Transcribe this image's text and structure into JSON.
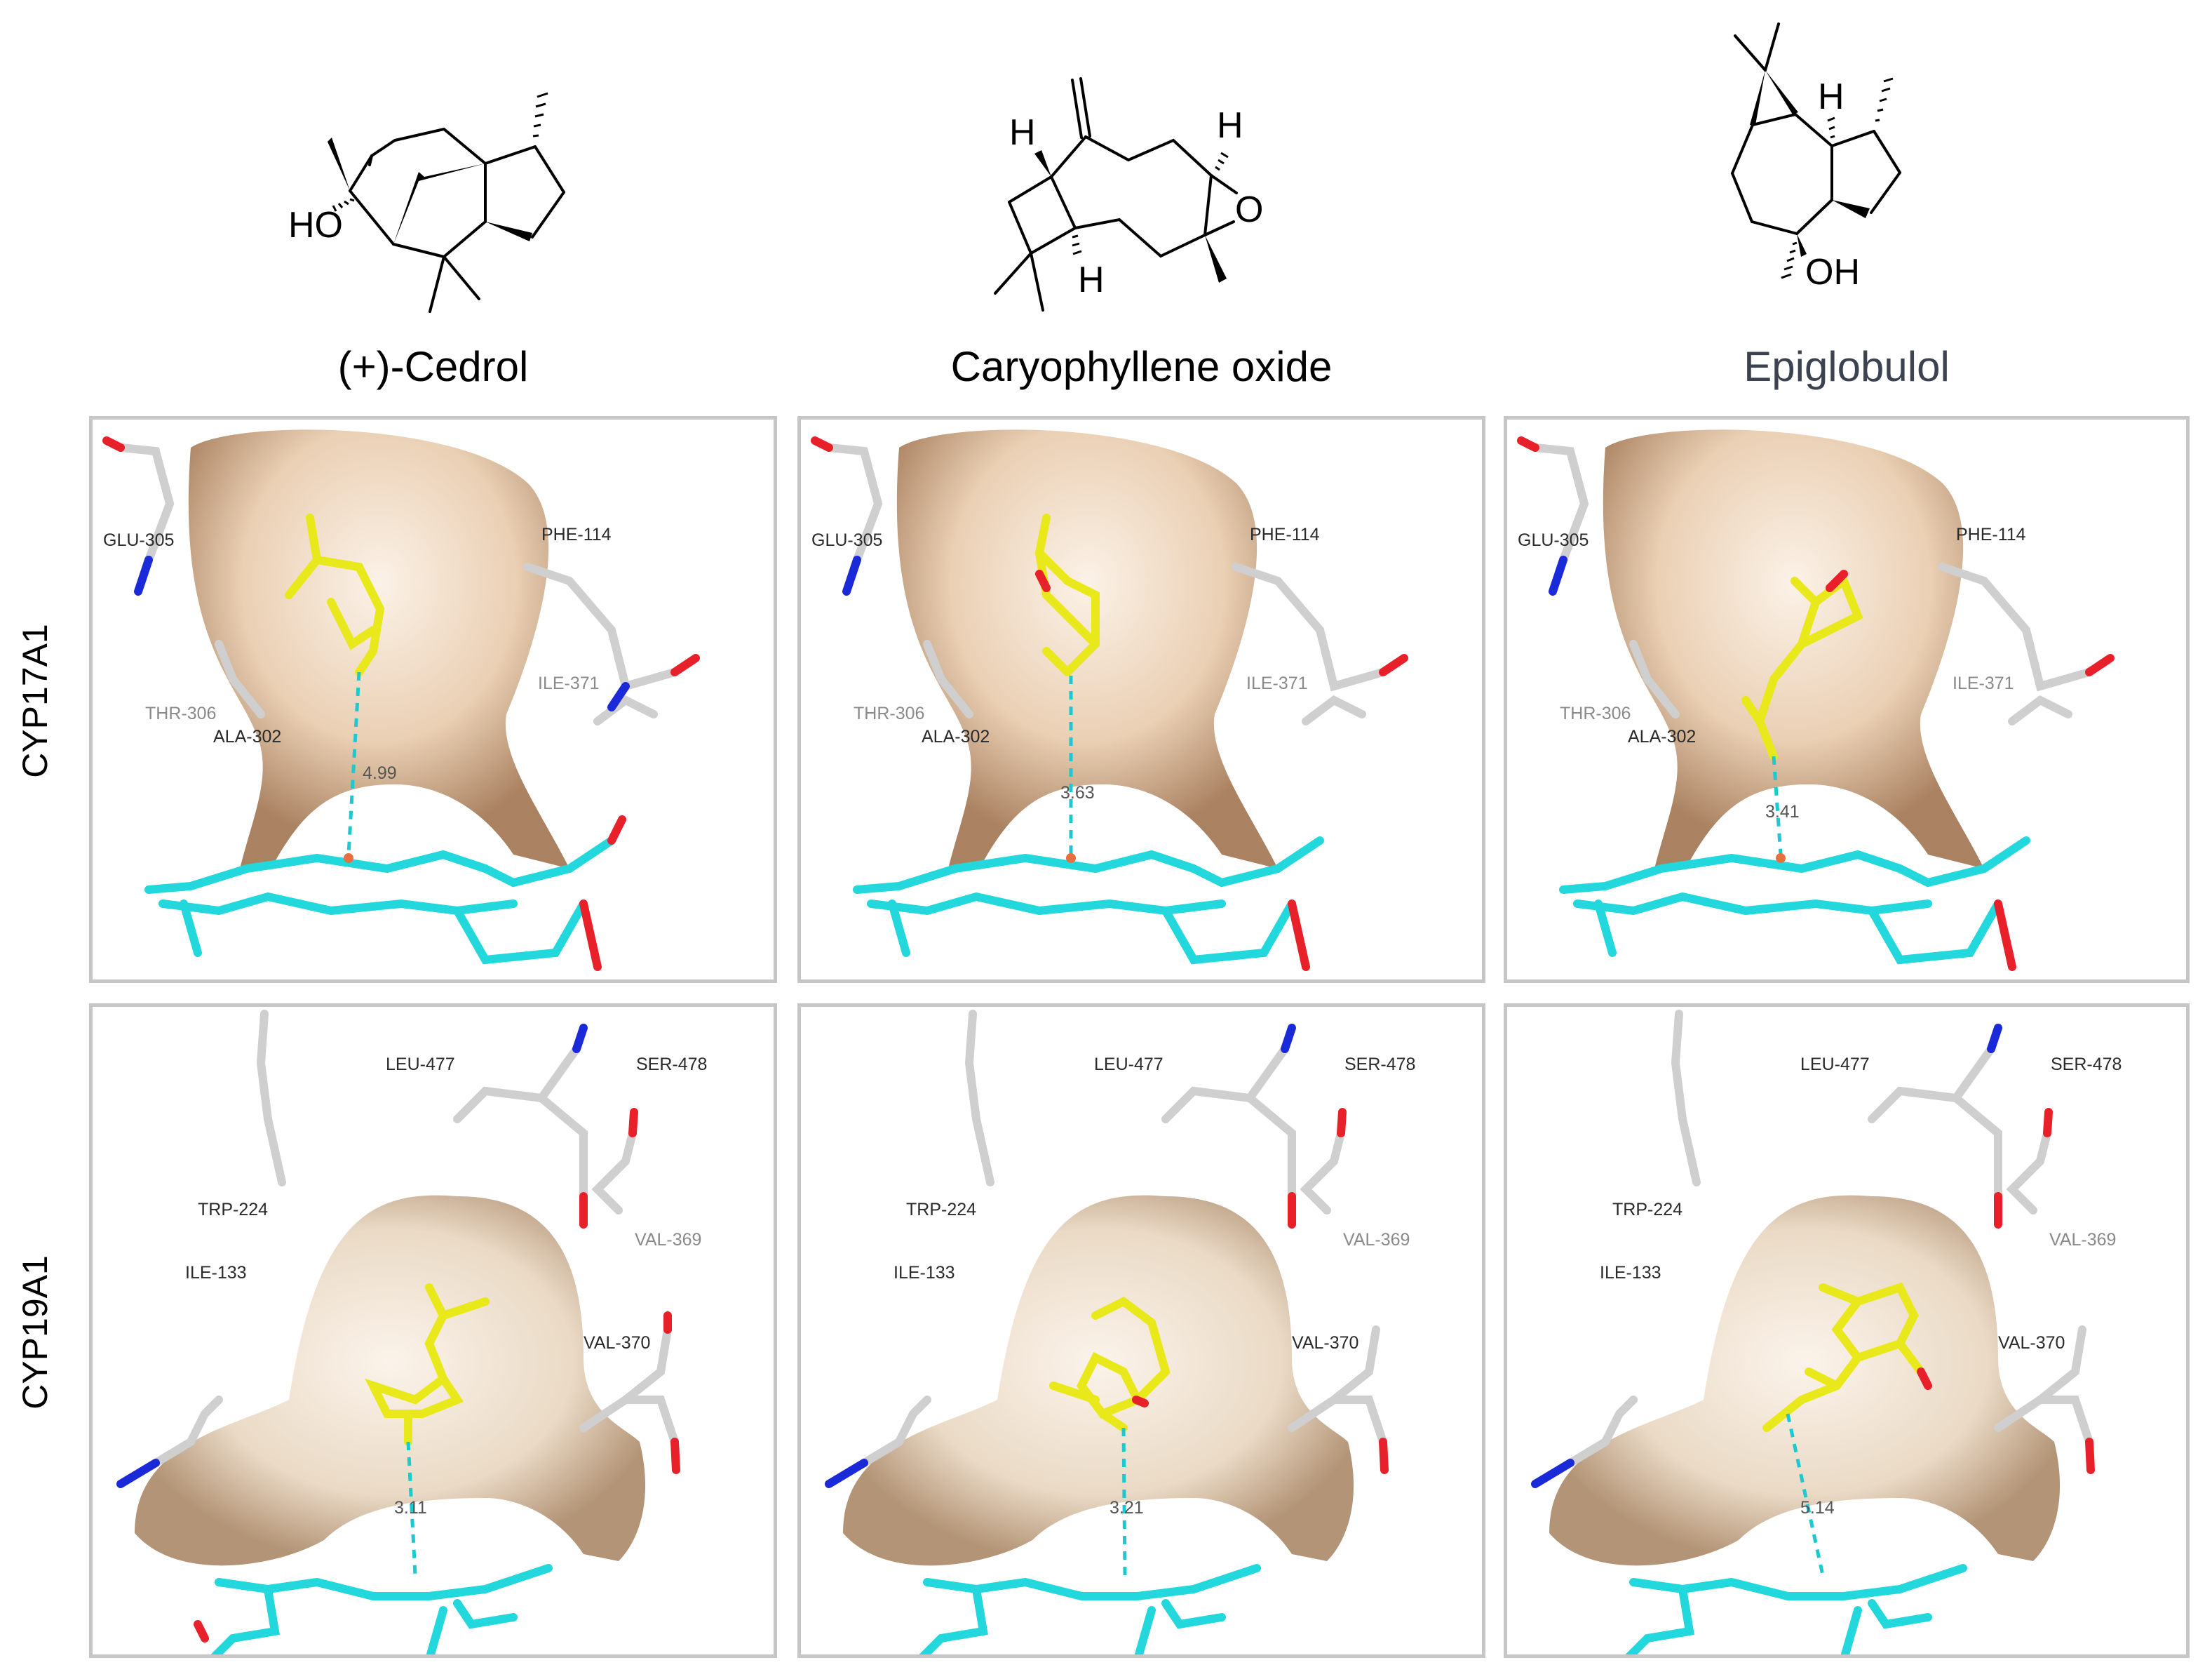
{
  "figure": {
    "compounds": [
      {
        "name": "(+)-Cedrol",
        "atom_labels": [
          "HO"
        ]
      },
      {
        "name": "Caryophyllene oxide",
        "atom_labels": [
          "H",
          "H",
          "H",
          "O"
        ]
      },
      {
        "name": "Epiglobulol",
        "atom_labels": [
          "H",
          "OH"
        ]
      }
    ],
    "rows": [
      {
        "enzyme": "CYP17A1",
        "residues": [
          "GLU-305",
          "PHE-114",
          "THR-306",
          "ILE-371",
          "ALA-302"
        ],
        "distances": [
          "4.99",
          "3.63",
          "3.41"
        ]
      },
      {
        "enzyme": "CYP19A1",
        "residues": [
          "LEU-477",
          "SER-478",
          "TRP-224",
          "VAL-369",
          "ILE-133",
          "VAL-370"
        ],
        "distances": [
          "3.11",
          "3.21",
          "5.14"
        ]
      }
    ],
    "colors": {
      "heme": "#22d8dc",
      "ligand": "#e8e81a",
      "surface": "#c9a07a",
      "surface_light": "#f2e4d6",
      "residue": "#cfcfcf",
      "oxygen": "#e8202a",
      "nitrogen": "#1a2ad8",
      "distance_line": "#1ec8d0",
      "panel_border": "#c6c6c6"
    }
  }
}
